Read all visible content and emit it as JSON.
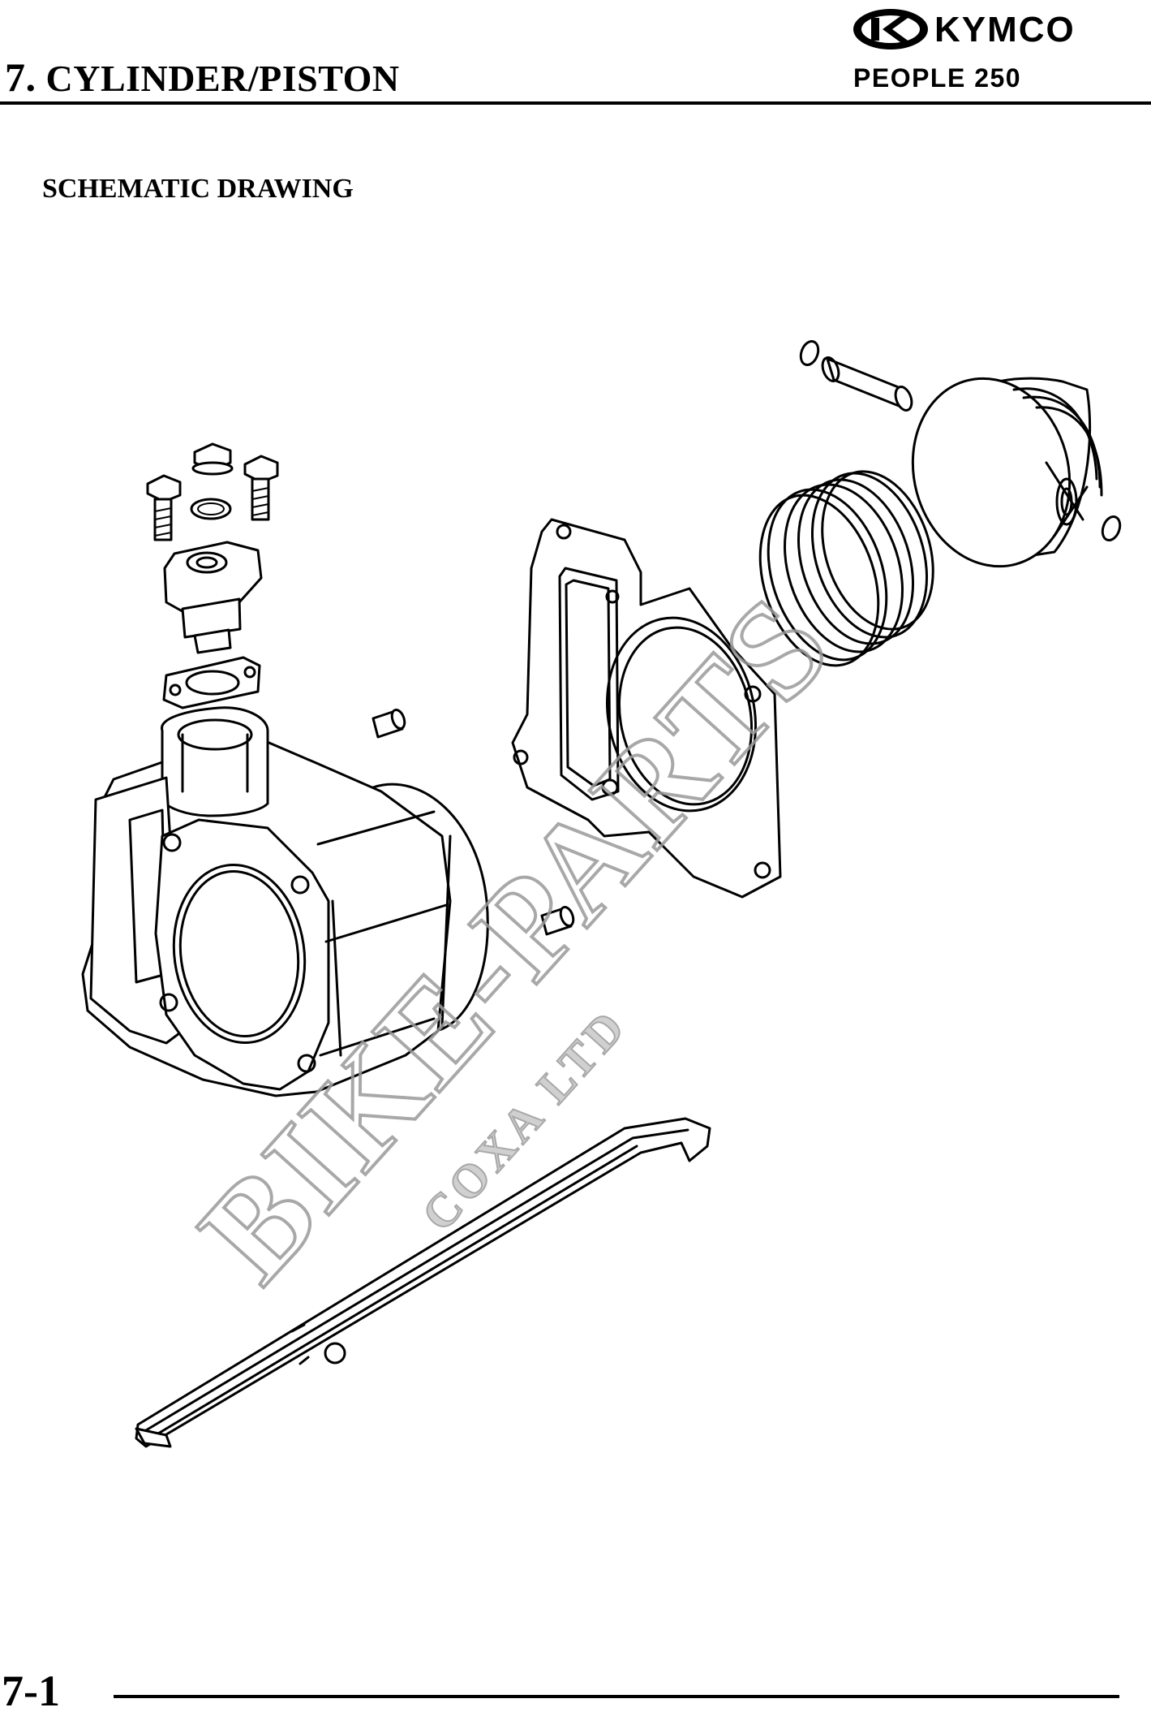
{
  "header": {
    "chapter_number": "7.",
    "chapter_title": "CYLINDER/PISTON",
    "brand": "KYMCO",
    "model": "PEOPLE 250"
  },
  "section": {
    "heading": "SCHEMATIC DRAWING"
  },
  "watermark": {
    "main": "BIKE-PARTS",
    "sub": "COXA LTD"
  },
  "footer": {
    "page_number": "7-1"
  },
  "icons": {
    "logo": "kymco-logo"
  }
}
